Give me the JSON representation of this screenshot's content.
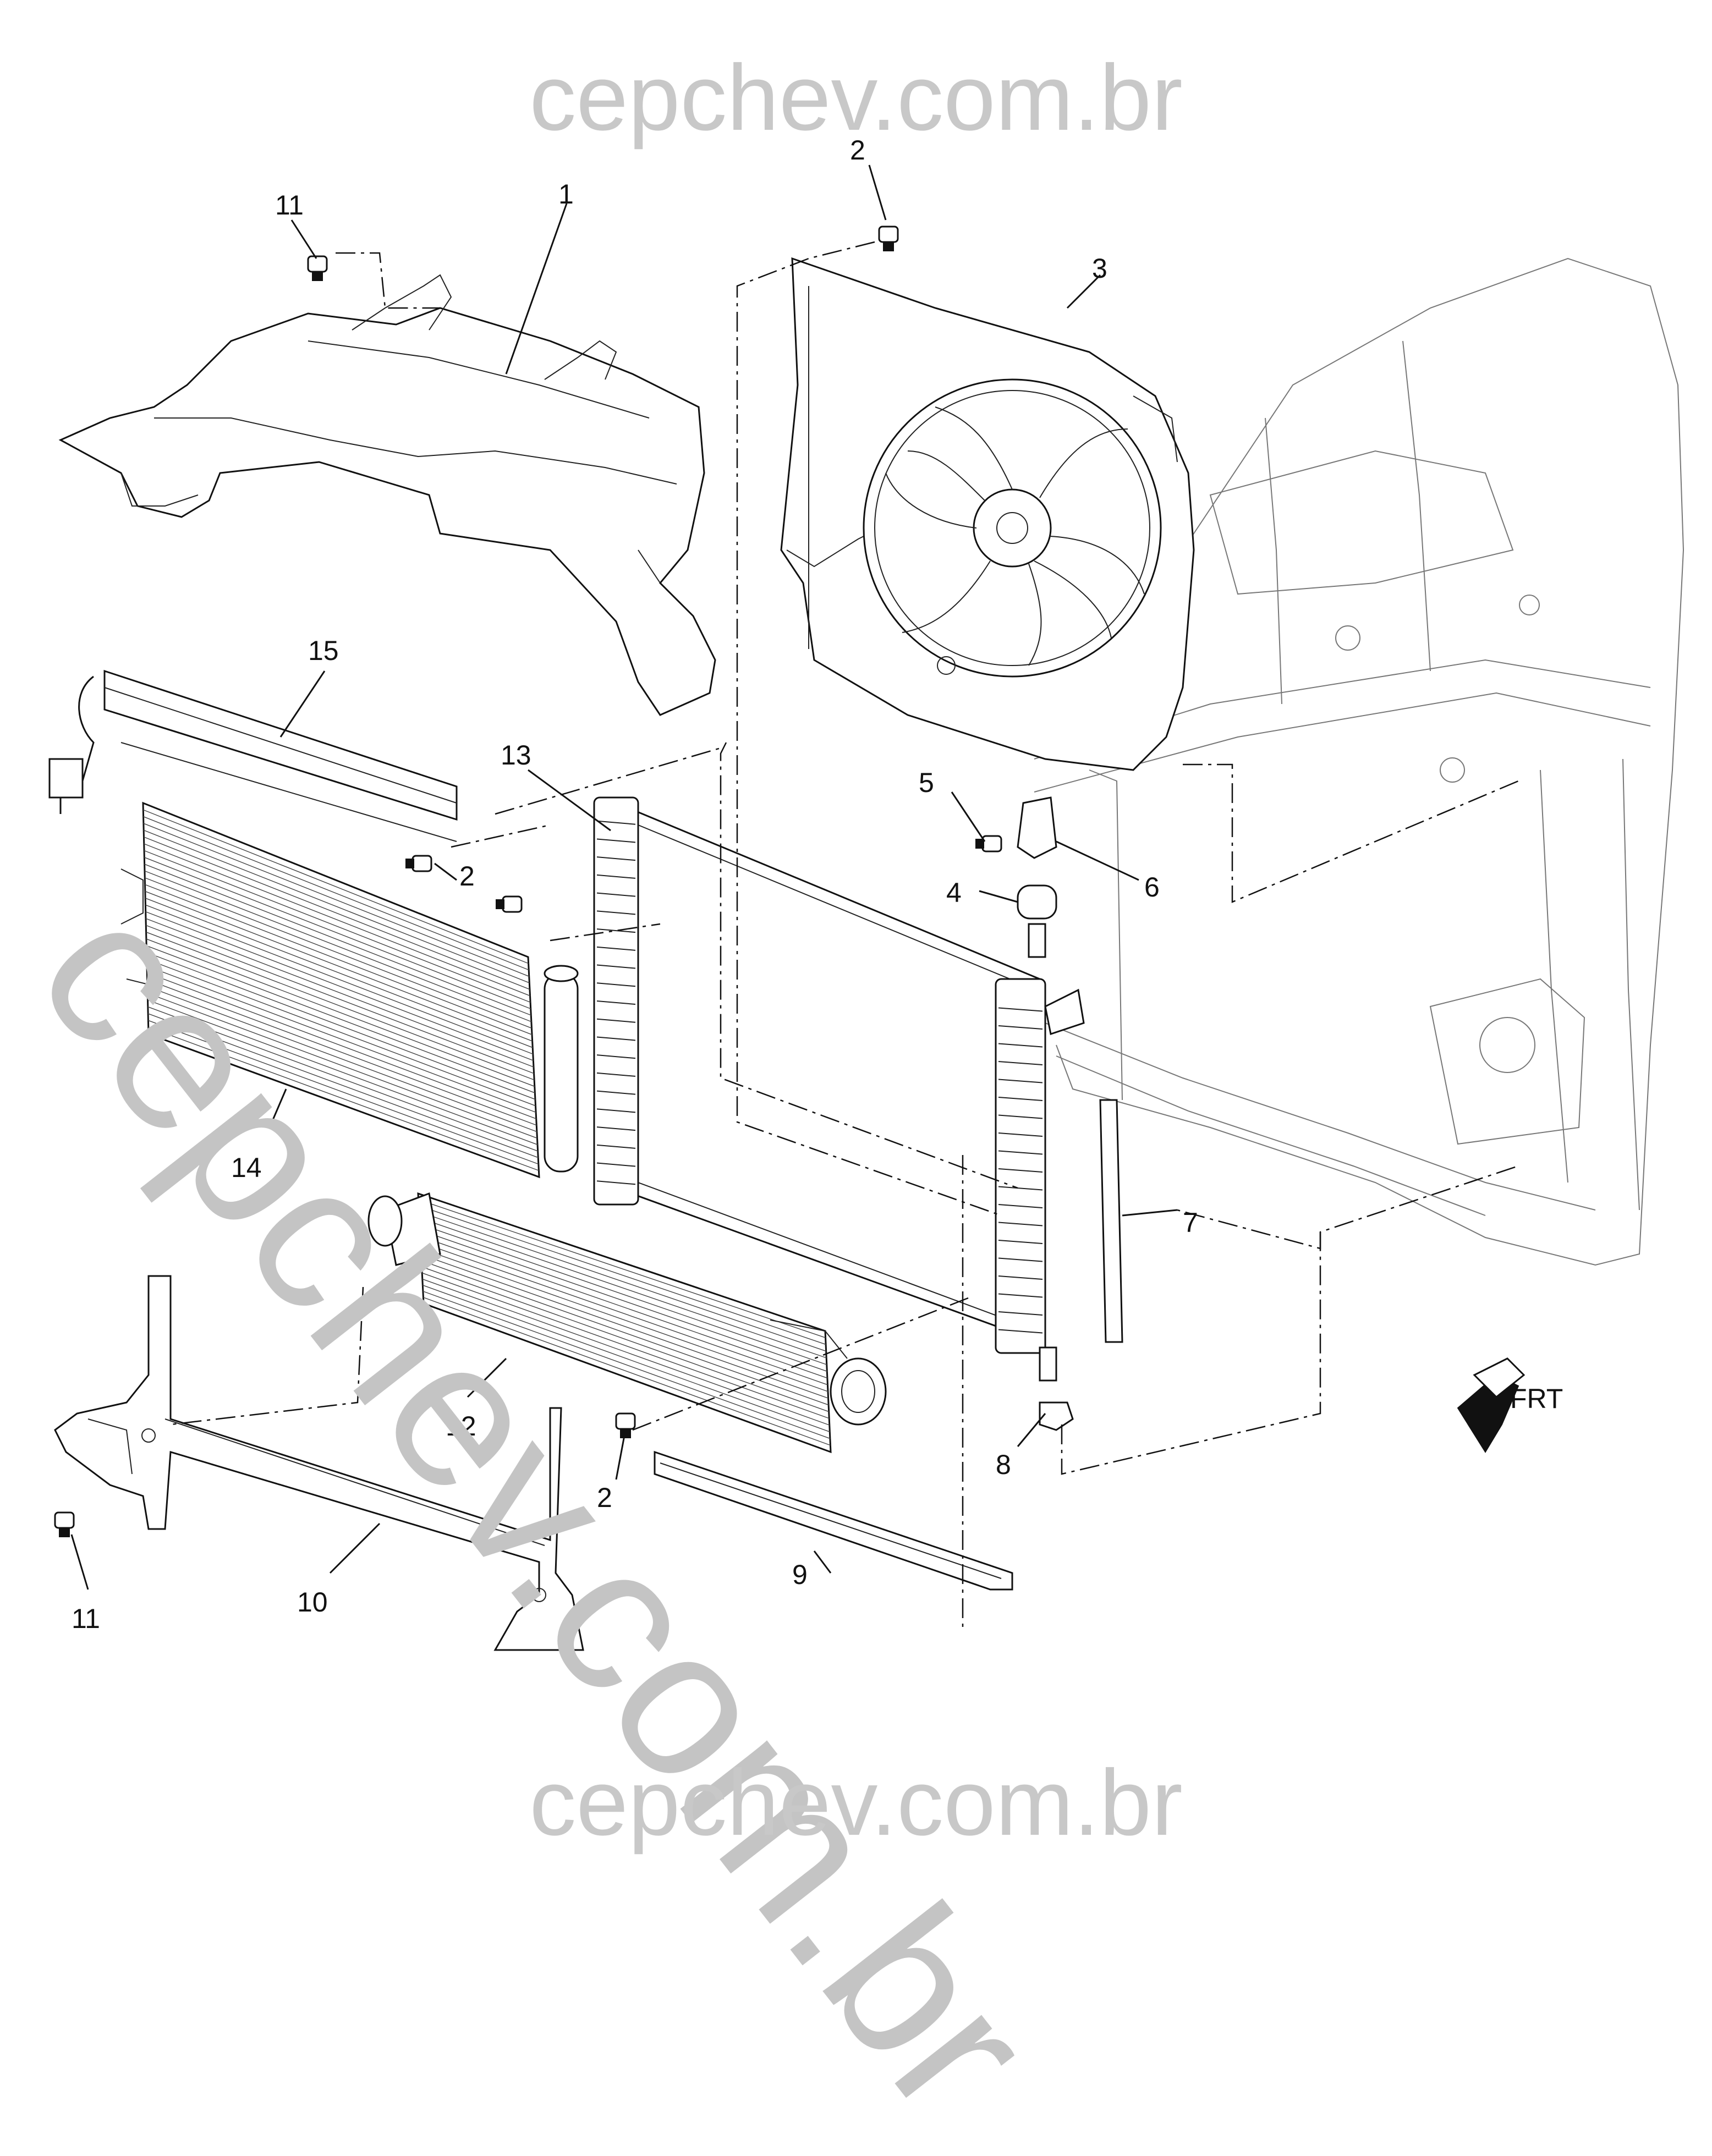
{
  "watermark": {
    "top": "cepchev.com.br",
    "bottom": "cepchev.com.br",
    "diagonal": "cepchev.com.br"
  },
  "direction_label": "FRT",
  "callouts": {
    "c1": "1",
    "c2a": "2",
    "c2b": "2",
    "c2c": "2",
    "c3": "3",
    "c4": "4",
    "c5": "5",
    "c6": "6",
    "c7": "7",
    "c8": "8",
    "c9": "9",
    "c10": "10",
    "c11a": "11",
    "c11b": "11",
    "c12": "12",
    "c13": "13",
    "c14": "14",
    "c15": "15"
  }
}
